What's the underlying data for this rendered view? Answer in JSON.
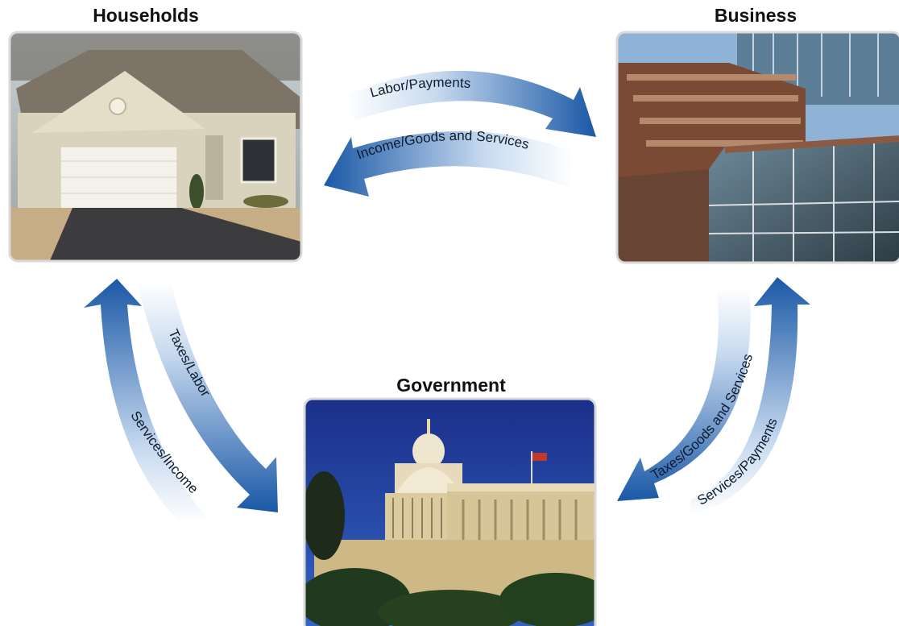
{
  "nodes": {
    "households": {
      "title": "Households"
    },
    "business": {
      "title": "Business"
    },
    "government": {
      "title": "Government"
    }
  },
  "flows": {
    "households_business": {
      "to_business": "Labor/Payments",
      "to_households": "Income/Goods and Services"
    },
    "households_government": {
      "to_government": "Taxes/Labor",
      "to_households": "Services/Income"
    },
    "business_government": {
      "to_government": "Taxes/Goods and Services",
      "to_business": "Services/Payments"
    }
  },
  "colors": {
    "arrow_dark": "#1a58a6",
    "arrow_light": "#ffffff",
    "sky": "#1c3f9e",
    "brick": "#7a4a35"
  }
}
